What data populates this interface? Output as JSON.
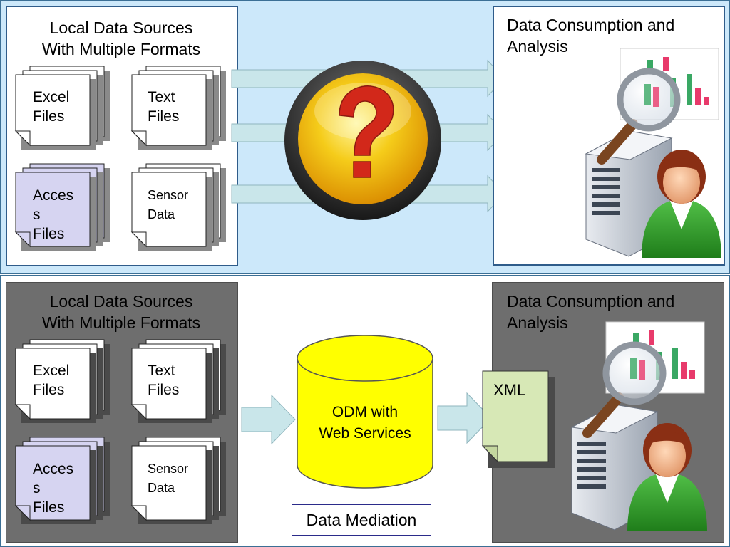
{
  "top": {
    "sources": {
      "title_line1": "Local Data Sources",
      "title_line2": "With Multiple Formats",
      "docs": [
        {
          "label": "Excel\nFiles",
          "style": "white"
        },
        {
          "label": "Text\nFiles",
          "style": "white"
        },
        {
          "label": "Acces\ns\nFiles",
          "style": "lavender"
        },
        {
          "label": "Sensor\nData",
          "style": "white"
        }
      ]
    },
    "consumer": {
      "title_line1": "Data Consumption and",
      "title_line2": "Analysis"
    }
  },
  "bottom": {
    "sources": {
      "title_line1": "Local Data Sources",
      "title_line2": "With Multiple Formats",
      "docs": [
        {
          "label": "Excel\nFiles",
          "style": "white"
        },
        {
          "label": "Text\nFiles",
          "style": "white"
        },
        {
          "label": "Acces\ns\nFiles",
          "style": "lavender"
        },
        {
          "label": "Sensor\nData",
          "style": "white"
        }
      ]
    },
    "odm": {
      "line1": "ODM with",
      "line2": "Web Services"
    },
    "xml_label": "XML",
    "mediation_label": "Data Mediation",
    "consumer": {
      "title_line1": "Data Consumption and",
      "title_line2": "Analysis"
    }
  },
  "colors": {
    "top_background": "#cce8fa",
    "arrow_fill": "#c9e6ea",
    "cylinder_fill": "#ffff00",
    "xml_doc_fill": "#d7e8b6",
    "lavender_doc": "#d6d4f1",
    "gray_panel": "#6e6e6e"
  }
}
